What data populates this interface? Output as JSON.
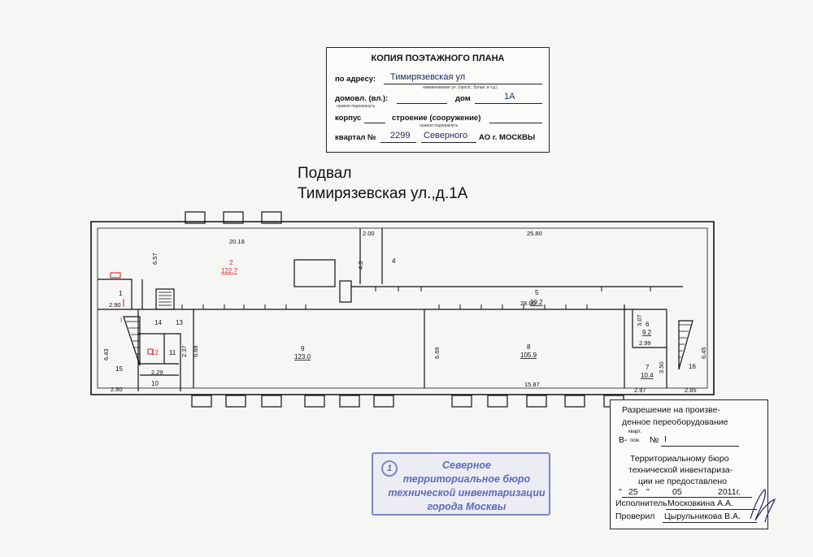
{
  "title_block": {
    "heading": "КОПИЯ ПОЭТАЖНОГО ПЛАНА",
    "address_label": "по адресу:",
    "address_value": "Тимирязевская ул",
    "address_hint": "наименование ул. (просп., бульв. и т.д.)",
    "domovl_label": "домовл. (вл.):",
    "dom_label": "дом",
    "dom_value": "1А",
    "underline_hint": "нужное подчеркнуть",
    "korpus_label": "корпус",
    "stroenie_label": "строение (сооружение)",
    "kvartal_label": "квартал №",
    "kvartal_value": "2299",
    "ao_value": "Северного",
    "ao_label": "АО г. МОСКВЫ"
  },
  "floor_title": {
    "line1": "Подвал",
    "line2": "Тимирязевская ул.,д.1А"
  },
  "plan": {
    "dims": {
      "top_left": "20.18",
      "top_mid": "2.00",
      "top_right": "25.80",
      "corr_len": "28.00",
      "left_h": "6.57",
      "small_h": "4.8",
      "r1_w": "2.90",
      "r15_h": "6.43",
      "r15_w": "2.80",
      "r10_w": "2.29",
      "r11_h": "2.37",
      "r9_h": "6.68",
      "r8_h": "6.69",
      "r6_h": "3.07",
      "r6_w": "2.99",
      "r7_h": "3.50",
      "r7_w": "2.97",
      "r16_h": "6.45",
      "r16_w": "2.85",
      "bottom": "15.87"
    },
    "rooms": {
      "r2_num": "2",
      "r2_area": "122.7",
      "r4_num": "4",
      "r5_num": "5",
      "r5_area": "39.2",
      "r9_num": "9",
      "r9_area": "123.0",
      "r8_num": "8",
      "r8_area": "105.9",
      "r6_num": "6",
      "r6_area": "9.2",
      "r7_num": "7",
      "r7_area": "10.4",
      "r1": "1",
      "r10": "10",
      "r11": "11",
      "r12": "12",
      "r13": "13",
      "r14": "14",
      "r15": "15",
      "r16": "16",
      "roman": "I"
    }
  },
  "permit": {
    "line1": "Разрешение на произве-",
    "line2": "денное переоборудование",
    "b_label": "В-",
    "kvart_sup": "кварт.",
    "pom_sub": "пом.",
    "no_label": "№",
    "no_value": "I",
    "line3": "Территориальному бюро",
    "line4": "технической инвентаризa-",
    "line5": "ции не предоставлено",
    "day": "25",
    "month": "05",
    "year": "2011г.",
    "isp_label": "Исполнитель",
    "isp_value": "Московкина А.А.",
    "prov_label": "Проверил",
    "prov_value": "Цырульникова В.А."
  },
  "stamp": {
    "number": "1",
    "line1": "Северное",
    "line2": "территориальное бюро",
    "line3": "технической инвентаризации",
    "line4": "города Москвы"
  },
  "colors": {
    "ink": "#111111",
    "stamp": "#5f6bb8",
    "accent_red": "#d8242a",
    "handwriting": "#1f2a60"
  }
}
